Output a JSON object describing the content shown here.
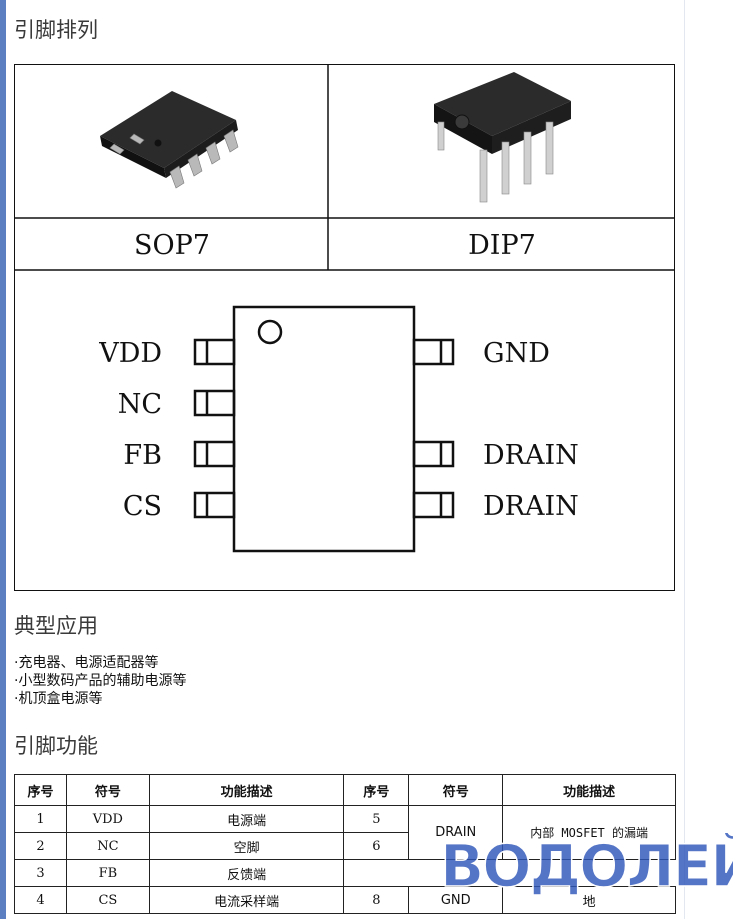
{
  "section_pinout": "引脚排列",
  "packages": {
    "sop": "SOP7",
    "dip": "DIP7"
  },
  "pins_left": [
    "VDD",
    "NC",
    "FB",
    "CS"
  ],
  "pins_right": [
    "GND",
    "DRAIN",
    "DRAIN"
  ],
  "section_app": "典型应用",
  "applications": [
    "·充电器、电源适配器等",
    "·小型数码产品的辅助电源等",
    "·机顶盒电源等"
  ],
  "section_func": "引脚功能",
  "table": {
    "headers": [
      "序号",
      "符号",
      "功能描述",
      "序号",
      "符号",
      "功能描述"
    ],
    "rows": [
      {
        "n1": "1",
        "s1": "VDD",
        "d1": "电源端",
        "n2": "5",
        "s2": "DRAIN",
        "d2": "内部 MOSFET 的漏端"
      },
      {
        "n1": "2",
        "s1": "NC",
        "d1": "空脚",
        "n2": "6"
      },
      {
        "n1": "3",
        "s1": "FB",
        "d1": "反馈端"
      },
      {
        "n1": "4",
        "s1": "CS",
        "d1": "电流采样端",
        "n2": "8",
        "s2": "GND",
        "d2": "地"
      }
    ]
  },
  "watermark": "ВОДОЛЕЙ",
  "colors": {
    "accent_bar": "#5b7fc0",
    "watermark_blue": "#2e55b8"
  }
}
